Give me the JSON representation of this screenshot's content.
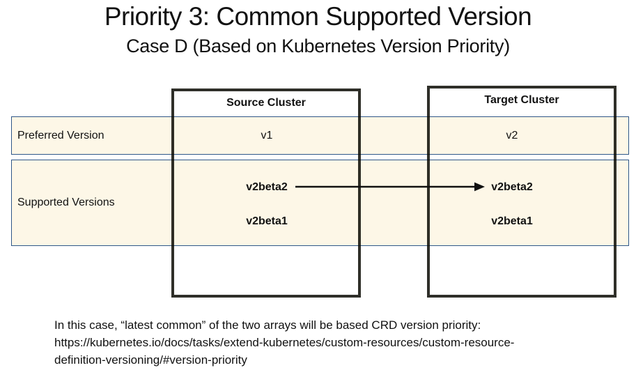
{
  "slide": {
    "title": "Priority 3: Common Supported Version",
    "subtitle": "Case D (Based on Kubernetes Version Priority)"
  },
  "rows": {
    "preferred_label": "Preferred Version",
    "supported_label": "Supported Versions"
  },
  "clusters": {
    "source": {
      "header": "Source Cluster",
      "preferred_version": "v1",
      "supported_versions": [
        "v2beta2",
        "v2beta1"
      ]
    },
    "target": {
      "header": "Target Cluster",
      "preferred_version": "v2",
      "supported_versions": [
        "v2beta2",
        "v2beta1"
      ]
    }
  },
  "arrow": {
    "from": "source v2beta2",
    "to": "target v2beta2"
  },
  "footer": {
    "line1": "In this case, “latest common” of the two arrays will be based CRD version priority:",
    "line2": "https://kubernetes.io/docs/tasks/extend-kubernetes/custom-resources/custom-resource-",
    "line3": "definition-versioning/#version-priority"
  },
  "colors": {
    "band_fill": "#FDF7E7",
    "band_border": "#2F5788",
    "box_border": "#000000"
  }
}
